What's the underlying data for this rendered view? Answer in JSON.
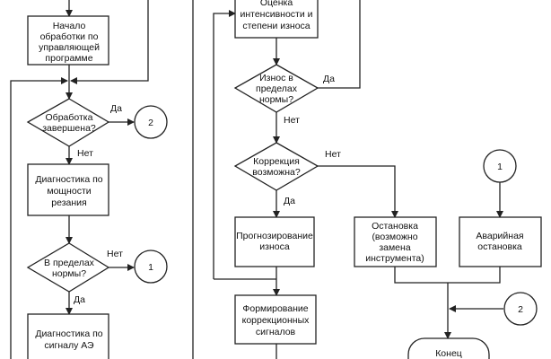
{
  "nodes": {
    "start_processing": [
      "Начало",
      "обработки по",
      "управляющей",
      "программе"
    ],
    "processing_done": [
      "Обработка",
      "завершена?"
    ],
    "power_diag": [
      "Диагностика по",
      "мощности",
      "резания"
    ],
    "within_norm": [
      "В пределах",
      "нормы?"
    ],
    "ae_diag": [
      "Диагностика по",
      "сигналу АЭ"
    ],
    "wear_eval": [
      "Оценка",
      "интенсивности и",
      "степени износа"
    ],
    "wear_norm": [
      "Износ в",
      "пределах",
      "нормы?"
    ],
    "correction_possible": [
      "Коррекция",
      "возможна?"
    ],
    "wear_forecast": [
      "Прогнозирование",
      "износа"
    ],
    "correction_signals": [
      "Формирование",
      "коррекционных",
      "сигналов"
    ],
    "stop": [
      "Остановка",
      "(возможно",
      "замена",
      "инструмента)"
    ],
    "emergency_stop": [
      "Аварийная",
      "остановка"
    ],
    "end": "Конец"
  },
  "connectors": {
    "c1": "1",
    "c2": "2"
  },
  "labels": {
    "yes": "Да",
    "no": "Нет"
  }
}
